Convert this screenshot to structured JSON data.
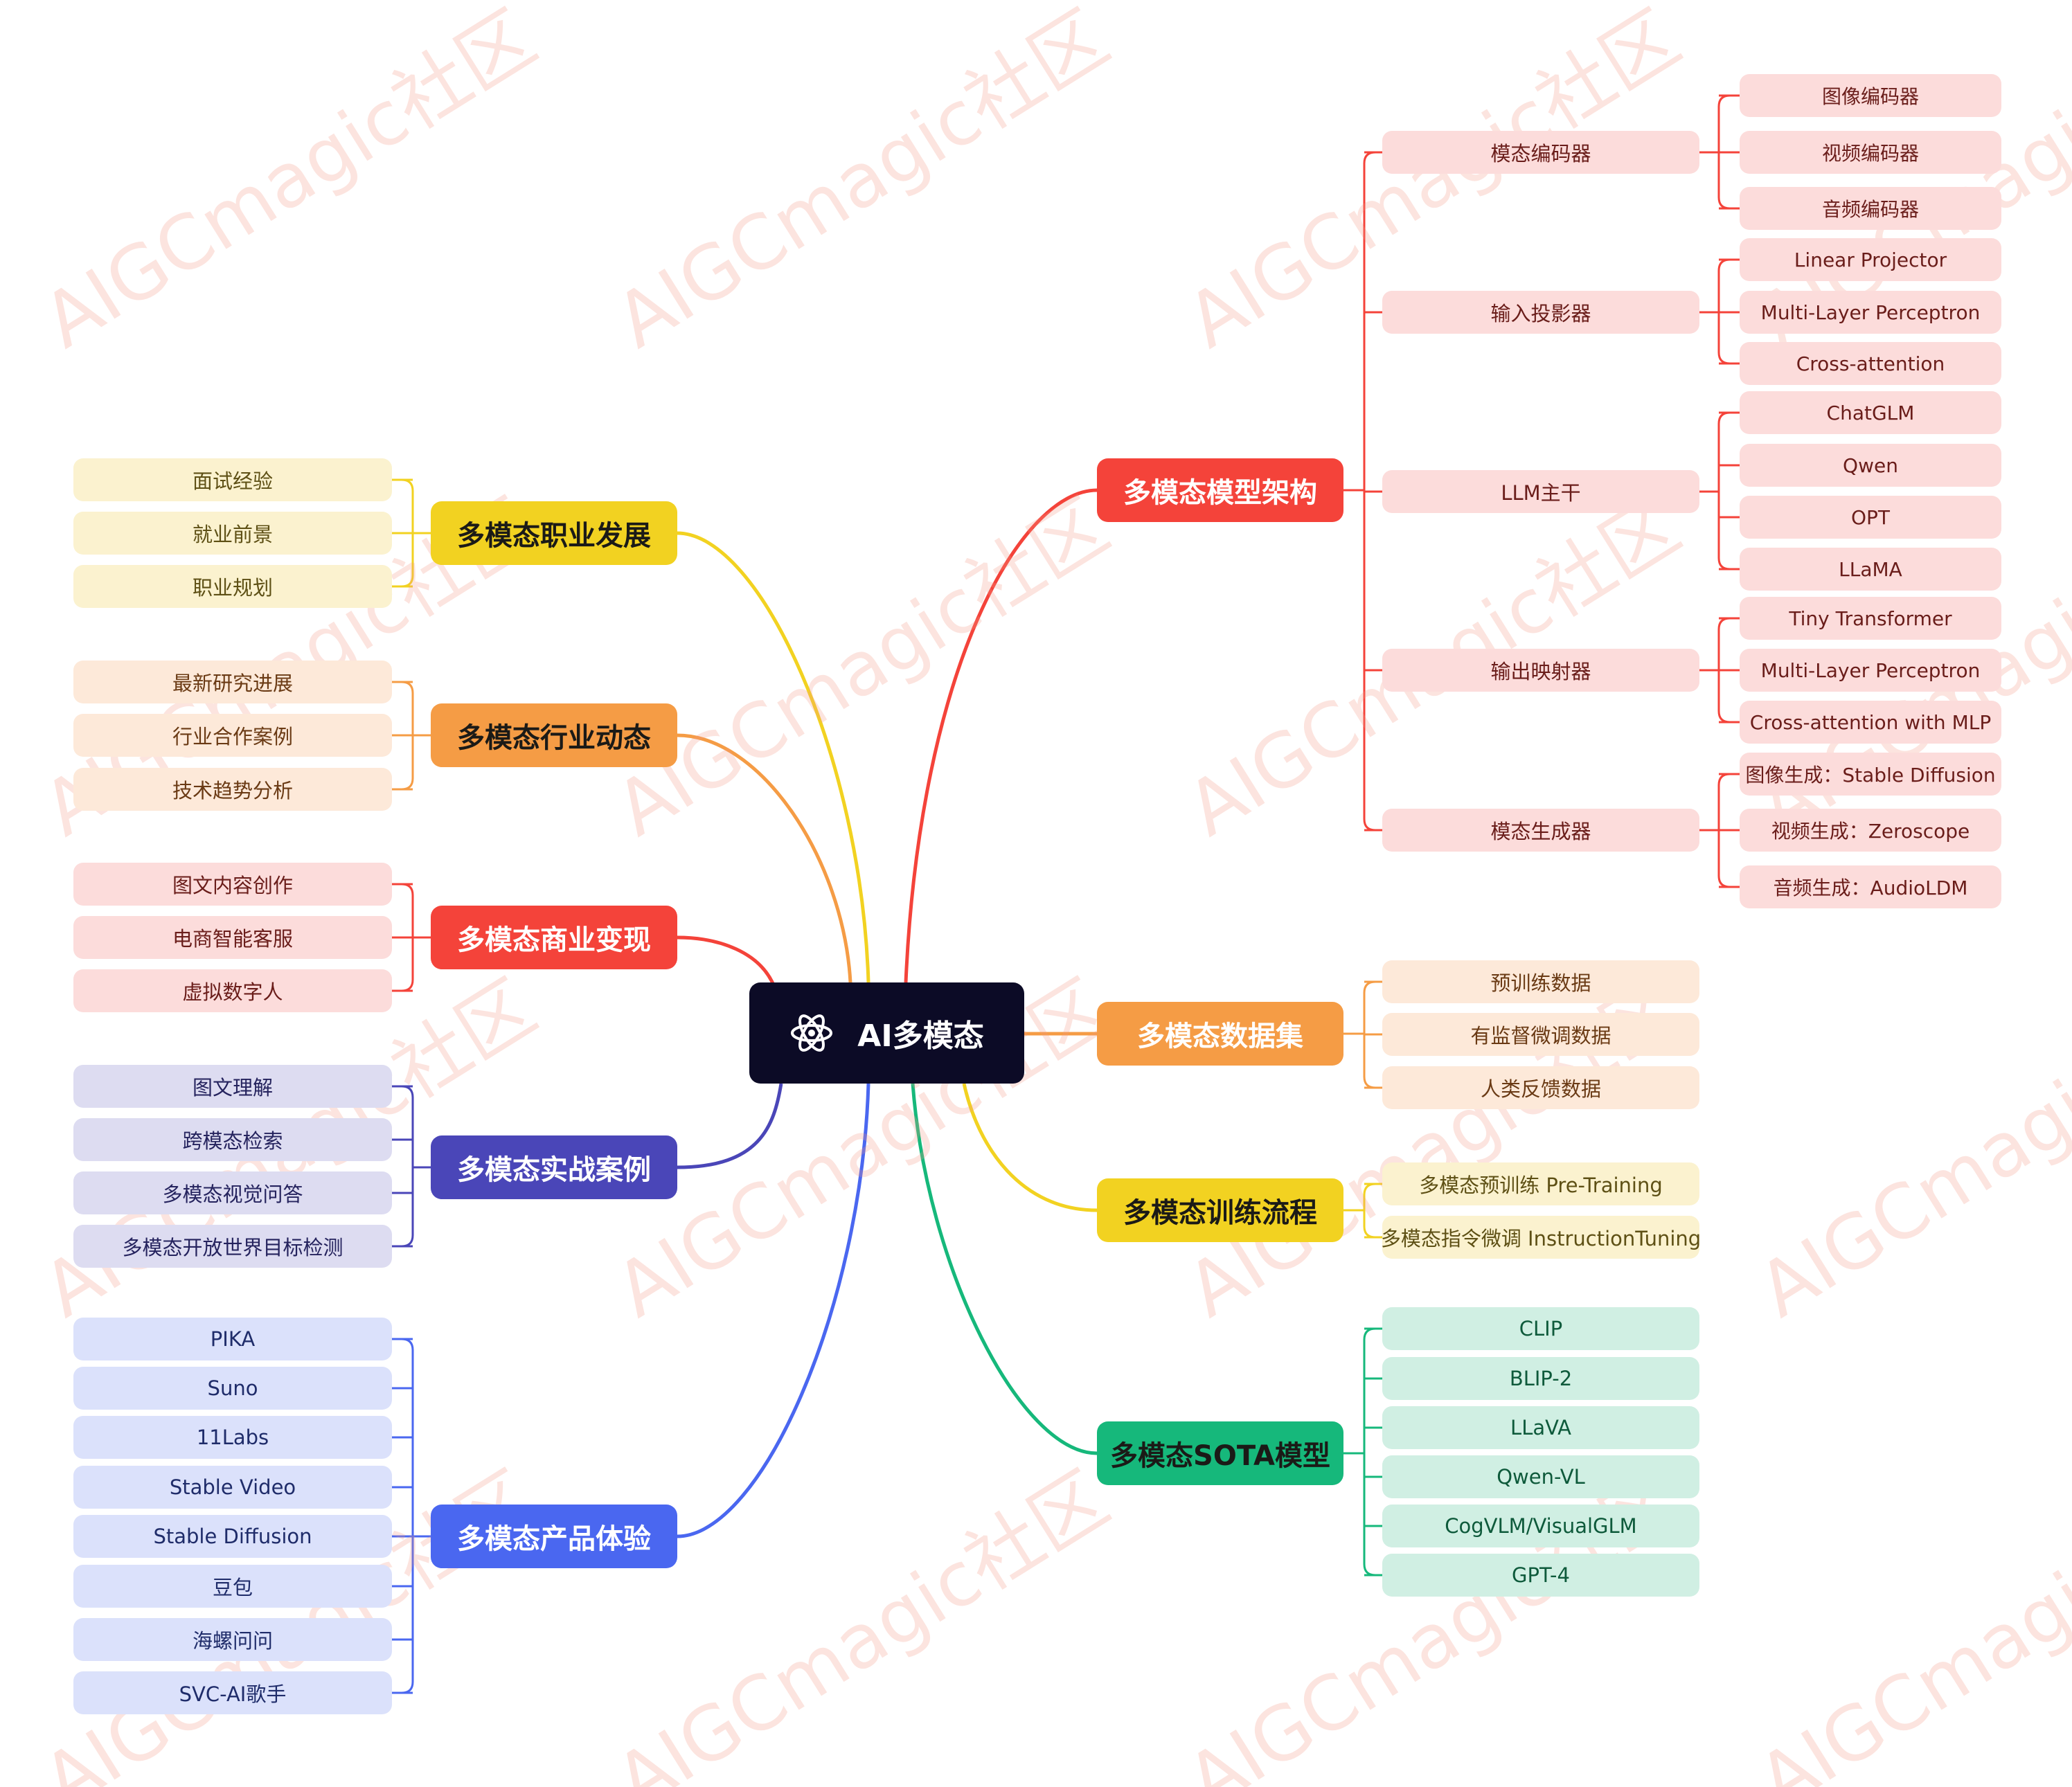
{
  "root": {
    "label": "AI多模态",
    "icon": "atom-icon"
  },
  "watermark": "AIGCmagic社区",
  "right_branches": [
    {
      "label": "多模态模型架构",
      "color": "#f4433a",
      "light": "#fcdcdb",
      "text": "#6a1d1a",
      "children": [
        {
          "label": "模态编码器",
          "children": [
            "图像编码器",
            "视频编码器",
            "音频编码器"
          ]
        },
        {
          "label": "输入投影器",
          "children": [
            "Linear Projector",
            "Multi-Layer Perceptron",
            "Cross-attention"
          ]
        },
        {
          "label": "LLM主干",
          "children": [
            "ChatGLM",
            "Qwen",
            "OPT",
            "LLaMA"
          ]
        },
        {
          "label": "输出映射器",
          "children": [
            "Tiny Transformer",
            "Multi-Layer Perceptron",
            "Cross-attention with MLP"
          ]
        },
        {
          "label": "模态生成器",
          "children": [
            "图像生成：Stable Diffusion",
            "视频生成：Zeroscope",
            "音频生成：AudioLDM"
          ]
        }
      ]
    },
    {
      "label": "多模态数据集",
      "color": "#f59c45",
      "light": "#fde9d9",
      "text": "#6a3a14",
      "children": [
        {
          "label": "预训练数据"
        },
        {
          "label": "有监督微调数据"
        },
        {
          "label": "人类反馈数据"
        }
      ]
    },
    {
      "label": "多模态训练流程",
      "color": "#f2d221",
      "light": "#fbf2cf",
      "text": "#5e5015",
      "dark_label": true,
      "children": [
        {
          "label": "多模态预训练 Pre-Training"
        },
        {
          "label": "多模态指令微调 InstructionTuning"
        }
      ]
    },
    {
      "label": "多模态SOTA模型",
      "color": "#16b87b",
      "light": "#d0efe3",
      "text": "#0e5a3b",
      "dark_label": true,
      "children": [
        {
          "label": "CLIP"
        },
        {
          "label": "BLIP-2"
        },
        {
          "label": "LLaVA"
        },
        {
          "label": "Qwen-VL"
        },
        {
          "label": "CogVLM/VisualGLM"
        },
        {
          "label": "GPT-4"
        }
      ]
    }
  ],
  "left_branches": [
    {
      "label": "多模态职业发展",
      "color": "#f2d221",
      "light": "#fbf2cf",
      "text": "#5e5015",
      "dark_label": true,
      "children": [
        "面试经验",
        "就业前景",
        "职业规划"
      ]
    },
    {
      "label": "多模态行业动态",
      "color": "#f59c45",
      "light": "#fde9d9",
      "text": "#6a3a14",
      "dark_label": true,
      "children": [
        "最新研究进展",
        "行业合作案例",
        "技术趋势分析"
      ]
    },
    {
      "label": "多模态商业变现",
      "color": "#f4433a",
      "light": "#fcdcdb",
      "text": "#6a1d1a",
      "children": [
        "图文内容创作",
        "电商智能客服",
        "虚拟数字人"
      ]
    },
    {
      "label": "多模态实战案例",
      "color": "#4a46b8",
      "light": "#dddcf1",
      "text": "#25235e",
      "children": [
        "图文理解",
        "跨模态检索",
        "多模态视觉问答",
        "多模态开放世界目标检测"
      ]
    },
    {
      "label": "多模态产品体验",
      "color": "#4a67f0",
      "light": "#dbe1fb",
      "text": "#1f2c6a",
      "children": [
        "PIKA",
        "Suno",
        "11Labs",
        "Stable Video",
        "Stable Diffusion",
        "豆包",
        "海螺问问",
        "SVC-AI歌手"
      ]
    }
  ]
}
